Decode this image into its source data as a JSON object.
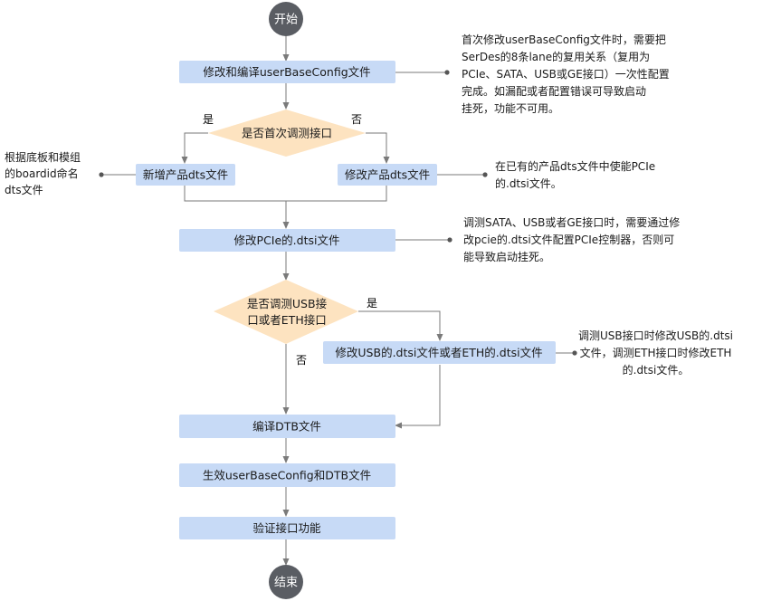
{
  "flow": {
    "start": "开始",
    "end": "结束",
    "step_modify_config": "修改和编译userBaseConfig文件",
    "decision_first": "是否首次调测接口",
    "yes": "是",
    "no": "否",
    "step_new_dts": "新增产品dts文件",
    "step_modify_dts": "修改产品dts文件",
    "step_modify_pcie": "修改PCIe的.dtsi文件",
    "decision_usb_line1": "是否调测USB接",
    "decision_usb_line2": "口或者ETH接口",
    "step_modify_usb_eth": "修改USB的.dtsi文件或者ETH的.dtsi文件",
    "step_compile_dtb": "编译DTB文件",
    "step_apply": "生效userBaseConfig和DTB文件",
    "step_verify": "验证接口功能"
  },
  "notes": {
    "config": [
      "首次修改userBaseConfig文件时，需要把",
      "SerDes的8条lane的复用关系（复用为",
      "PCIe、SATA、USB或GE接口）一次性配置",
      "完成。如漏配或者配置错误可导致启动",
      "挂死，功能不可用。"
    ],
    "new_dts": [
      "根据底板和模组",
      "的boardid命名",
      "dts文件"
    ],
    "modify_dts": [
      "在已有的产品dts文件中使能PCIe",
      "的.dtsi文件。"
    ],
    "pcie": [
      "调测SATA、USB或者GE接口时，需要通过修",
      "改pcie的.dtsi文件配置PCIe控制器，否则可",
      "能导致启动挂死。"
    ],
    "usb_eth": [
      "调测USB接口时修改USB的.dtsi",
      "文件，调测ETH接口时修改ETH",
      "的.dtsi文件。"
    ]
  },
  "colors": {
    "process_fill": "#c7daf6",
    "decision_fill": "#fde3c0",
    "terminal_fill": "#5a5d63",
    "line": "#7a7a7a"
  }
}
